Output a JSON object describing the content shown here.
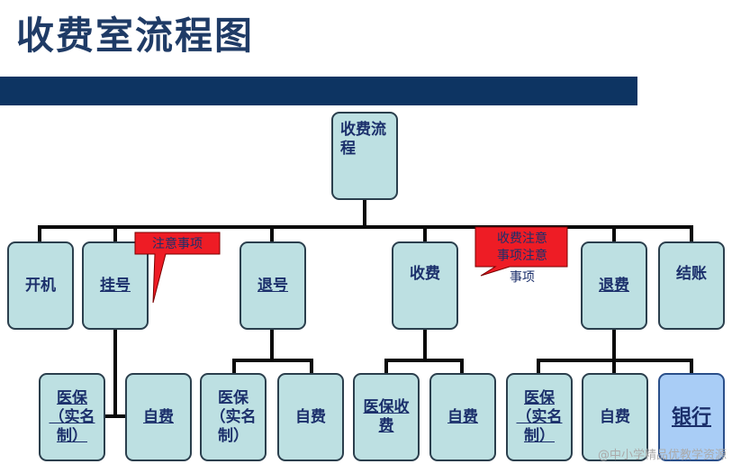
{
  "title": "收费室流程图",
  "nodes": {
    "root": "收费流程",
    "kaiji": "开机",
    "guahao": "挂号",
    "tuihao": "退号",
    "shoufei": "收费",
    "tuifei": "退费",
    "jiezhang": "结账",
    "yibao1": "医保（实名制）",
    "zifei1": "自费",
    "yibao2": "医保（实名制）",
    "zifei2": "自费",
    "yibaoshoufei": "医保收费",
    "zifei3": "自费",
    "yibao3": "医保（实名制）",
    "zifei4": "自费",
    "yinhang": "银行"
  },
  "callouts": {
    "left": "注意事项",
    "right_line1": "收费注意",
    "right_line2": "事项注意",
    "right_line3": "事项"
  },
  "colors": {
    "title": "#1f3b66",
    "band": "#0d3462",
    "node_fill": "#bde0e2",
    "bank_fill": "#a9cdf6",
    "callout_fill": "#ee1c25"
  },
  "watermark": "@中小学精品优教学资源"
}
